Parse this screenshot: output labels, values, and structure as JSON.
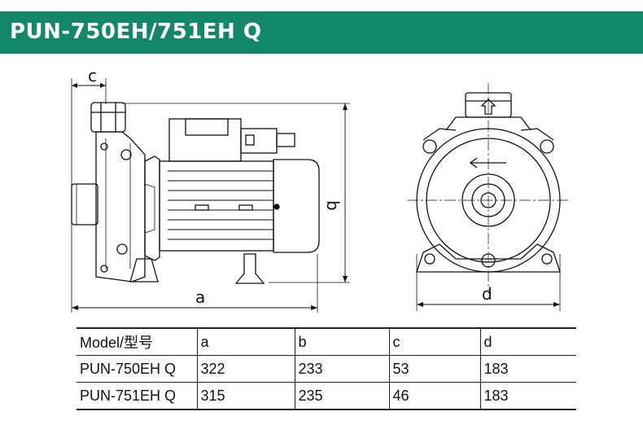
{
  "header": {
    "title": "PUN-750EH/751EH Q",
    "color": "#13876a"
  },
  "drawing": {
    "dimension_labels": {
      "a": "a",
      "b": "b",
      "c": "c",
      "d": "d"
    }
  },
  "table": {
    "headers": [
      "Model/型号",
      "a",
      "b",
      "c",
      "d"
    ],
    "rows": [
      [
        "PUN-750EH Q",
        "322",
        "233",
        "53",
        "183"
      ],
      [
        "PUN-751EH Q",
        "315",
        "235",
        "46",
        "183"
      ]
    ]
  }
}
